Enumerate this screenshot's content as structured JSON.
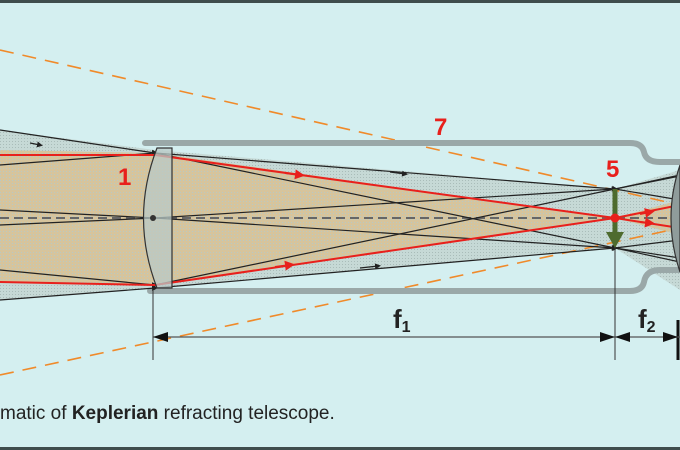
{
  "diagram": {
    "labels": {
      "objective": "1",
      "focal_point": "5",
      "tube": "7",
      "f1_main": "f",
      "f1_sub": "1",
      "f2_main": "f",
      "f2_sub": "2"
    },
    "caption": {
      "prefix": "matic of ",
      "bold": "Keplerian",
      "suffix": " refracting telescope."
    },
    "colors": {
      "background": "#d4eff0",
      "ray_red": "#e8201c",
      "ray_black": "#222222",
      "field_orange": "#f08a2a",
      "tube_grey": "#9aa8a8",
      "image_arrow_green": "#4e6b2e",
      "beam_fill": "#d9c7a0"
    }
  }
}
